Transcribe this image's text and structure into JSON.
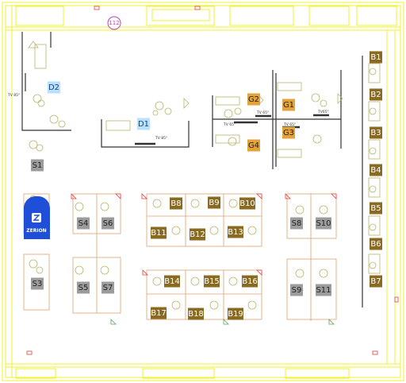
{
  "room_number": "112",
  "brand": {
    "name": "ZERION",
    "color": "#1f4fd6"
  },
  "colors": {
    "bookable": "#8a6a20",
    "group": "#e4a23a",
    "station": "#9c9c9c",
    "desk": "#b9e0ff",
    "wall": "#f2f22a"
  },
  "tv_labels": [
    "TV 85\"",
    "TV 85\"",
    "TV 65\"",
    "TV 65\"",
    "TV 65\"",
    "TV65\""
  ],
  "seats": [
    {
      "id": "D2",
      "kind": "desk"
    },
    {
      "id": "D1",
      "kind": "desk"
    },
    {
      "id": "G2",
      "kind": "group"
    },
    {
      "id": "G1",
      "kind": "group"
    },
    {
      "id": "G3",
      "kind": "group"
    },
    {
      "id": "G4",
      "kind": "group"
    },
    {
      "id": "S1",
      "kind": "station"
    },
    {
      "id": "S4",
      "kind": "station"
    },
    {
      "id": "S6",
      "kind": "station"
    },
    {
      "id": "S3",
      "kind": "station"
    },
    {
      "id": "S5",
      "kind": "station"
    },
    {
      "id": "S7",
      "kind": "station"
    },
    {
      "id": "S8",
      "kind": "station"
    },
    {
      "id": "S10",
      "kind": "station"
    },
    {
      "id": "S9",
      "kind": "station"
    },
    {
      "id": "S11",
      "kind": "station"
    },
    {
      "id": "B1",
      "kind": "bookable"
    },
    {
      "id": "B2",
      "kind": "bookable"
    },
    {
      "id": "B3",
      "kind": "bookable"
    },
    {
      "id": "B4",
      "kind": "bookable"
    },
    {
      "id": "B5",
      "kind": "bookable"
    },
    {
      "id": "B6",
      "kind": "bookable"
    },
    {
      "id": "B7",
      "kind": "bookable"
    },
    {
      "id": "B8",
      "kind": "bookable"
    },
    {
      "id": "B9",
      "kind": "bookable"
    },
    {
      "id": "B10",
      "kind": "bookable"
    },
    {
      "id": "B11",
      "kind": "bookable"
    },
    {
      "id": "B12",
      "kind": "bookable"
    },
    {
      "id": "B13",
      "kind": "bookable"
    },
    {
      "id": "B14",
      "kind": "bookable"
    },
    {
      "id": "B15",
      "kind": "bookable"
    },
    {
      "id": "B16",
      "kind": "bookable"
    },
    {
      "id": "B17",
      "kind": "bookable"
    },
    {
      "id": "B18",
      "kind": "bookable"
    },
    {
      "id": "B19",
      "kind": "bookable"
    }
  ]
}
